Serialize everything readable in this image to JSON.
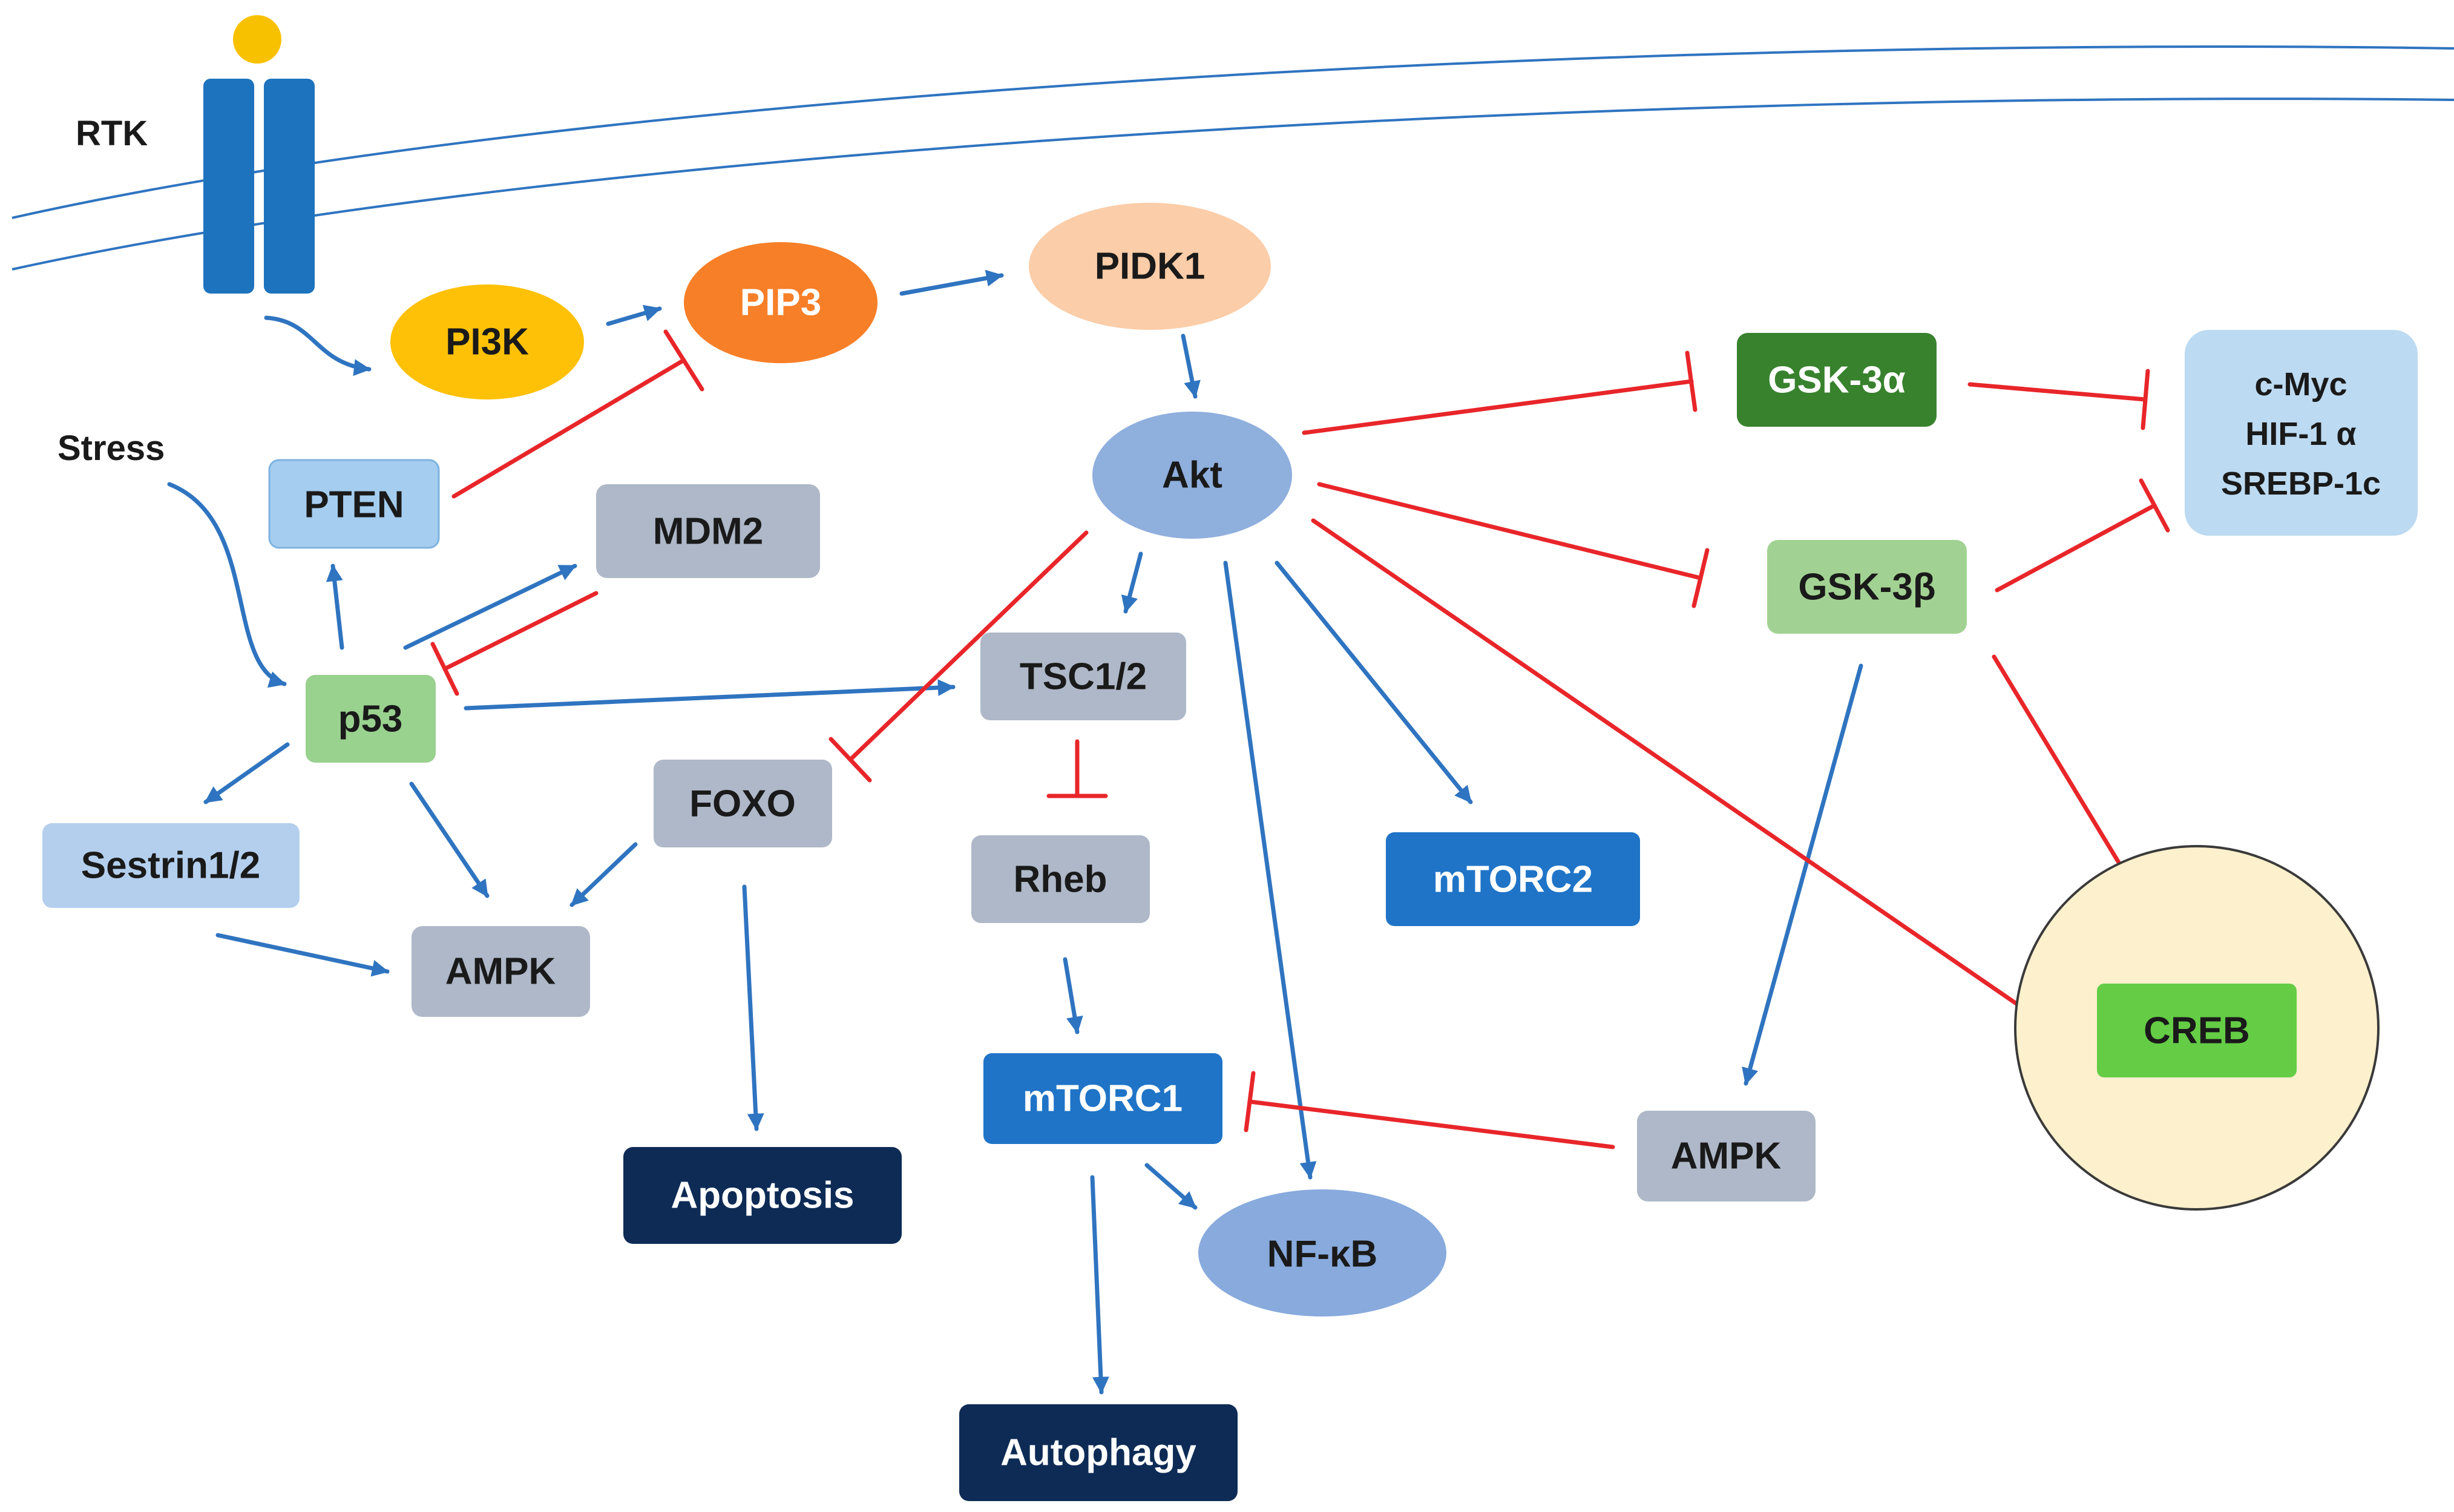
{
  "labels": {
    "rtk": "RTK",
    "stress": "Stress"
  },
  "nodes": {
    "pi3k": "PI3K",
    "pip3": "PIP3",
    "pidk1": "PIDK1",
    "akt": "Akt",
    "gsk3a": "GSK-3α",
    "gsk3b": "GSK-3β",
    "targets": [
      "c-Myc",
      "HIF-1 α",
      "SREBP-1c"
    ],
    "pten": "PTEN",
    "mdm2": "MDM2",
    "p53": "p53",
    "tsc": "TSC1/2",
    "foxo": "FOXO",
    "sestrin": "Sestrin1/2",
    "ampk1": "AMPK",
    "rheb": "Rheb",
    "mtorc2": "mTORC2",
    "creb": "CREB",
    "mtorc1": "mTORC1",
    "ampk2": "AMPK",
    "apoptosis": "Apoptosis",
    "nfkb": "NF-κB",
    "autophagy": "Autophagy"
  },
  "colors": {
    "activation": "#2f74c0",
    "inhibition": "#e8262a",
    "membrane": "#2f74c0",
    "receptor": "#1e73be",
    "ligand": "#f8c100",
    "pi3k_fill": "#fec107",
    "pip3_fill": "#f77f28",
    "pidk1_fill": "#fbcda8",
    "akt_fill": "#8fafdd",
    "gsk3a_fill": "#38822e",
    "gsk3b_fill": "#a2d293",
    "targets_fill": "#bcdaf1",
    "pten_fill": "#a4cdef",
    "grey_fill": "#aeb8c8",
    "p53_fill": "#99d18f",
    "sestrin_fill": "#b4cfee",
    "mtor_fill": "#1f74c7",
    "creb_fill": "#64cc45",
    "nucleus_fill": "#fdf0cc",
    "dark_fill": "#0d2b55",
    "nfkb_fill": "#88aadd"
  }
}
